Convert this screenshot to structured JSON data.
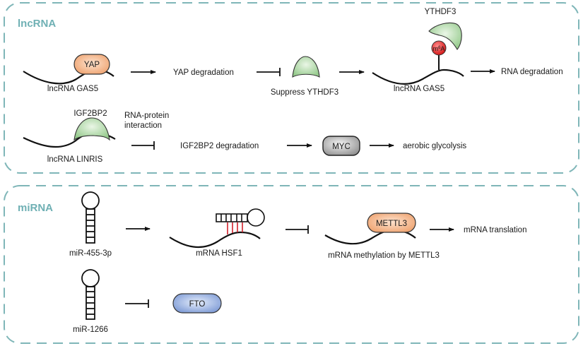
{
  "colors": {
    "box_border": "#7fb6b8",
    "section_title": "#6fb0b4",
    "yap_fill": "#f2b48a",
    "metl_fill": "#f2b48a",
    "green_protein": "#a8d4a0",
    "myc_fill": "#b8b8b8",
    "fto_fill": "#8aa6dc",
    "m6a_fill": "#e02020",
    "pairing": "#d0202a"
  },
  "lncrna": {
    "title": "lncRNA",
    "row1": {
      "protein": "YAP",
      "rna_label": "lncRNA GAS5",
      "step2": "YAP degradation",
      "step3_label": "Suppress YTHDF3",
      "reader": "YTHDF3",
      "mark": "m6A",
      "rna_label_2": "lncRNA GAS5",
      "outcome": "RNA degradation"
    },
    "row2": {
      "protein": "IGF2BP2",
      "rna_label": "lncRNA LINRIS",
      "interaction": [
        "RNA-protein",
        "interaction"
      ],
      "step2": "IGF2BP2 degradation",
      "target": "MYC",
      "outcome": "aerobic glycolysis"
    }
  },
  "mirna": {
    "title": "miRNA",
    "row1": {
      "mirna": "miR-455-3p",
      "target": "mRNA HSF1",
      "step3_label": "mRNA methylation by METTL3",
      "writer": "METTL3",
      "outcome": "mRNA translation"
    },
    "row2": {
      "mirna": "miR-1266",
      "target": "FTO"
    }
  }
}
